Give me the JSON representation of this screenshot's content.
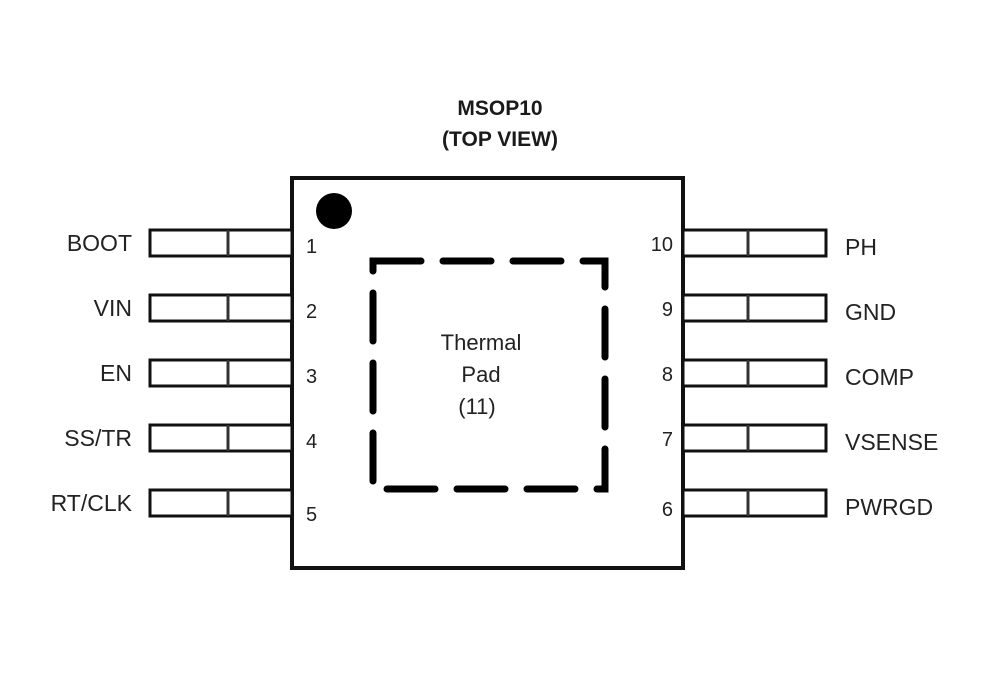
{
  "package": {
    "title": "MSOP10",
    "subtitle": "(TOP VIEW)"
  },
  "pins_left": [
    {
      "number": "1",
      "name": "BOOT"
    },
    {
      "number": "2",
      "name": "VIN"
    },
    {
      "number": "3",
      "name": "EN"
    },
    {
      "number": "4",
      "name": "SS/TR"
    },
    {
      "number": "5",
      "name": "RT/CLK"
    }
  ],
  "pins_right": [
    {
      "number": "10",
      "name": "PH"
    },
    {
      "number": "9",
      "name": "GND"
    },
    {
      "number": "8",
      "name": "COMP"
    },
    {
      "number": "7",
      "name": "VSENSE"
    },
    {
      "number": "6",
      "name": "PWRGD"
    }
  ],
  "thermal_pad": {
    "line1": "Thermal",
    "line2": "Pad",
    "line3": "(11)"
  }
}
